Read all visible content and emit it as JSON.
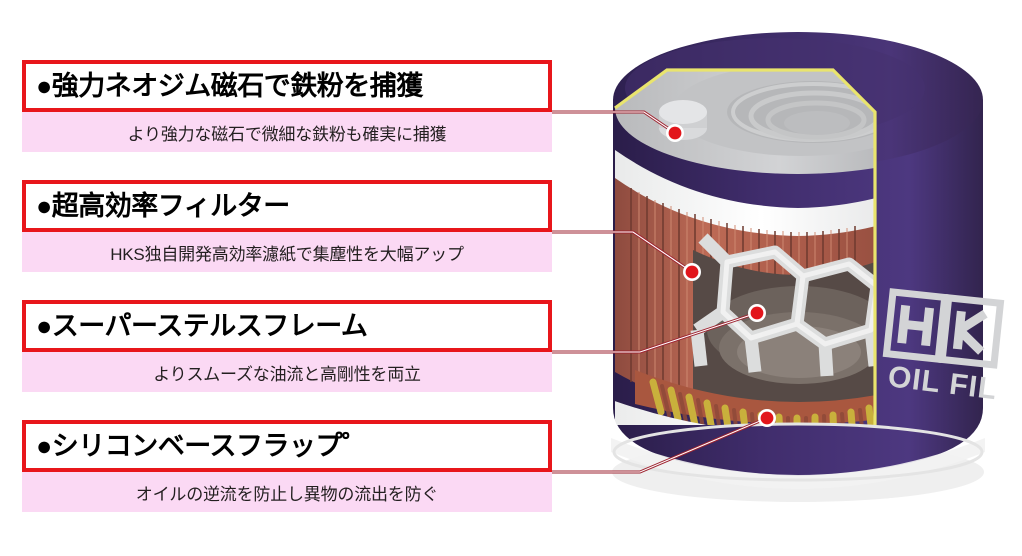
{
  "background_color": "#ffffff",
  "accent": {
    "box_border": "#e8161b",
    "sub_band": "#fbd9f4",
    "leader_line": "#9e2330",
    "leader_dot": "#e2151b",
    "canister_purple": "#3b2a63",
    "cutaway_yellow": "#e8e36a",
    "filter_media_orange": "#b4614f",
    "pleat_yellow": "#c8b13c",
    "flap_red": "#aa1c22",
    "frame_gray": "#d9dadb"
  },
  "callouts": [
    {
      "bullet": "●",
      "title": "強力ネオジム磁石で鉄粉を捕獲",
      "subtitle": "より強力な磁石で微細な鉄粉も確実に捕獲"
    },
    {
      "bullet": "●",
      "title": "超高効率フィルター",
      "subtitle": "HKS独自開発高効率濾紙で集塵性を大幅アップ"
    },
    {
      "bullet": "●",
      "title": "スーパーステルスフレーム",
      "subtitle": "よりスムーズな油流と高剛性を両立"
    },
    {
      "bullet": "●",
      "title": "シリコンベースフラップ゜",
      "subtitle": "オイルの逆流を防止し異物の流出を防ぐ"
    }
  ],
  "product": {
    "brand": "HKS",
    "product_label": "OIL FILTER"
  }
}
